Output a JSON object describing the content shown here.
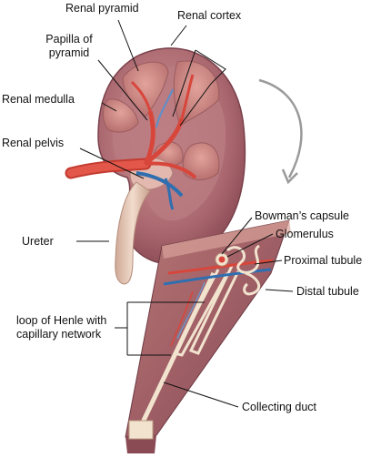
{
  "labels": {
    "renal_pyramid": "Renal pyramid",
    "renal_cortex": "Renal cortex",
    "papilla_of_pyramid": "Papilla of pyramid",
    "renal_medulla": "Renal medulla",
    "renal_pelvis": "Renal pelvis",
    "ureter": "Ureter",
    "bowmans_capsule": "Bowman’s capsule",
    "glomerulus": "Glomerulus",
    "proximal_tubule": "Proximal tubule",
    "distal_tubule": "Distal tubule",
    "loop_of_henle": "loop of Henle with capillary network",
    "collecting_duct": "Collecting duct"
  },
  "colors": {
    "kidney_outer": "#9b5a62",
    "kidney_inner": "#c98d90",
    "pyramid": "#d28b86",
    "artery": "#d8463b",
    "vein": "#2f6fb0",
    "ureter": "#e7c8b6",
    "arrow": "#9a9a9a"
  }
}
